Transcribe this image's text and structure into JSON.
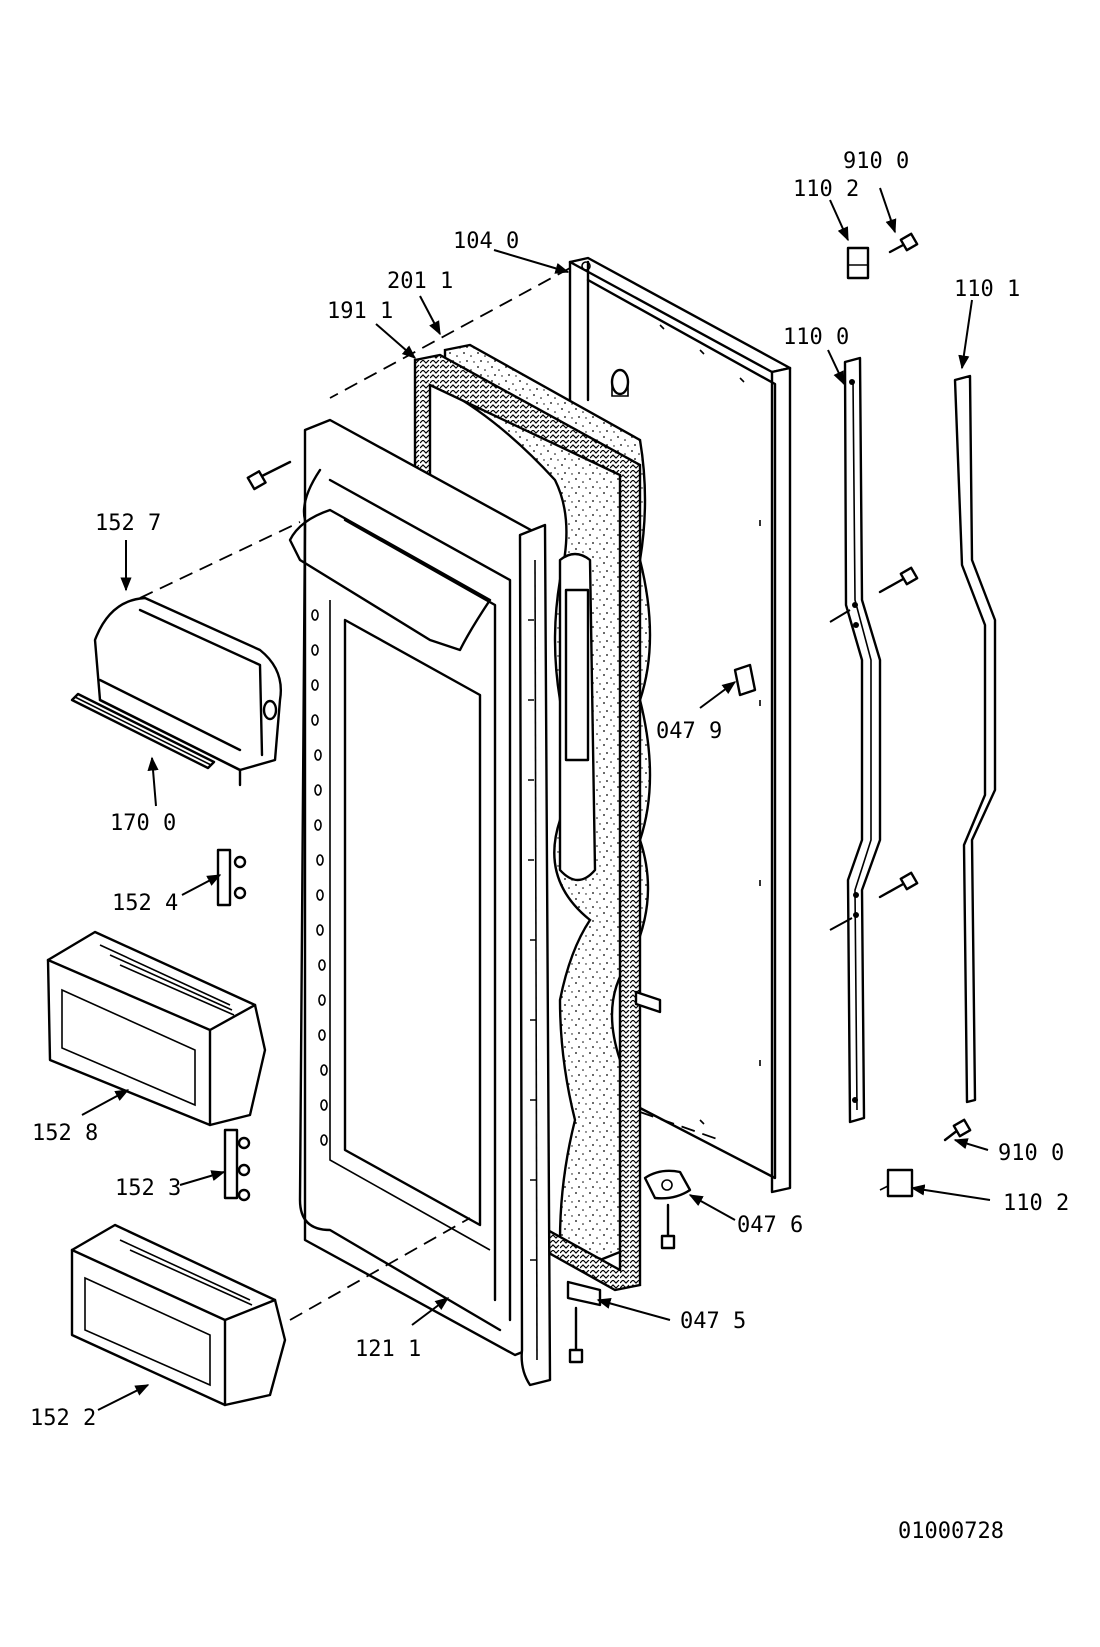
{
  "diagram": {
    "doc_number": "01000728",
    "callouts": [
      {
        "id": "c-910-0-top",
        "text": "910 0"
      },
      {
        "id": "c-110-2-top",
        "text": "110 2"
      },
      {
        "id": "c-104-0",
        "text": "104 0"
      },
      {
        "id": "c-201-1",
        "text": "201 1"
      },
      {
        "id": "c-191-1",
        "text": "191 1"
      },
      {
        "id": "c-110-1",
        "text": "110 1"
      },
      {
        "id": "c-110-0",
        "text": "110 0"
      },
      {
        "id": "c-152-7",
        "text": "152 7"
      },
      {
        "id": "c-047-9",
        "text": "047 9"
      },
      {
        "id": "c-170-0",
        "text": "170 0"
      },
      {
        "id": "c-152-4",
        "text": "152 4"
      },
      {
        "id": "c-152-8",
        "text": "152 8"
      },
      {
        "id": "c-910-0-bottom",
        "text": "910 0"
      },
      {
        "id": "c-152-3",
        "text": "152 3"
      },
      {
        "id": "c-110-2-bottom",
        "text": "110 2"
      },
      {
        "id": "c-047-6",
        "text": "047 6"
      },
      {
        "id": "c-047-5",
        "text": "047 5"
      },
      {
        "id": "c-121-1",
        "text": "121 1"
      },
      {
        "id": "c-152-2",
        "text": "152 2"
      }
    ]
  }
}
